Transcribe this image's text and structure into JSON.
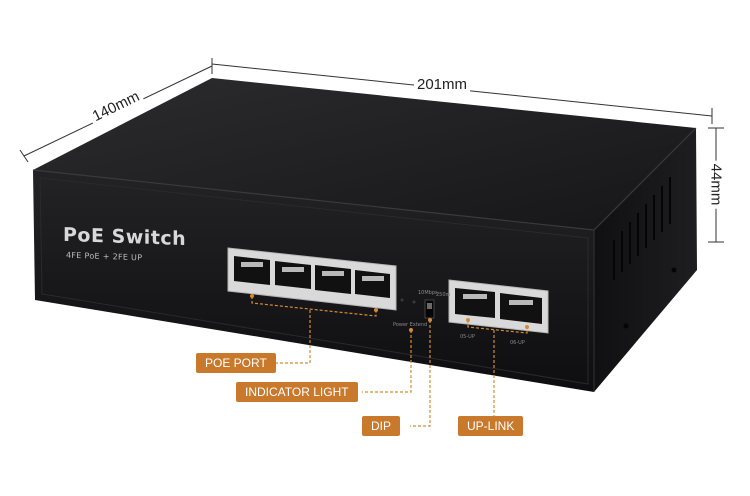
{
  "dimensions": {
    "width_label": "201mm",
    "depth_label": "140mm",
    "height_label": "44mm"
  },
  "product": {
    "title": "PoE Switch",
    "subtitle": "4FE PoE + 2FE UP"
  },
  "panel": {
    "dip_left": "10Mbps",
    "dip_right": "250m",
    "led_labels": "Power  Extend",
    "uplink_labels": [
      "05-UP",
      "06-UP"
    ]
  },
  "callouts": {
    "poe_port": "POE PORT",
    "indicator_light": "INDICATOR LIGHT",
    "dip": "DIP",
    "uplink": "UP-LINK"
  },
  "colors": {
    "callout_bg": "#c9792c",
    "device_body": "#1b1b1d",
    "leader_line": "#d48a35"
  }
}
